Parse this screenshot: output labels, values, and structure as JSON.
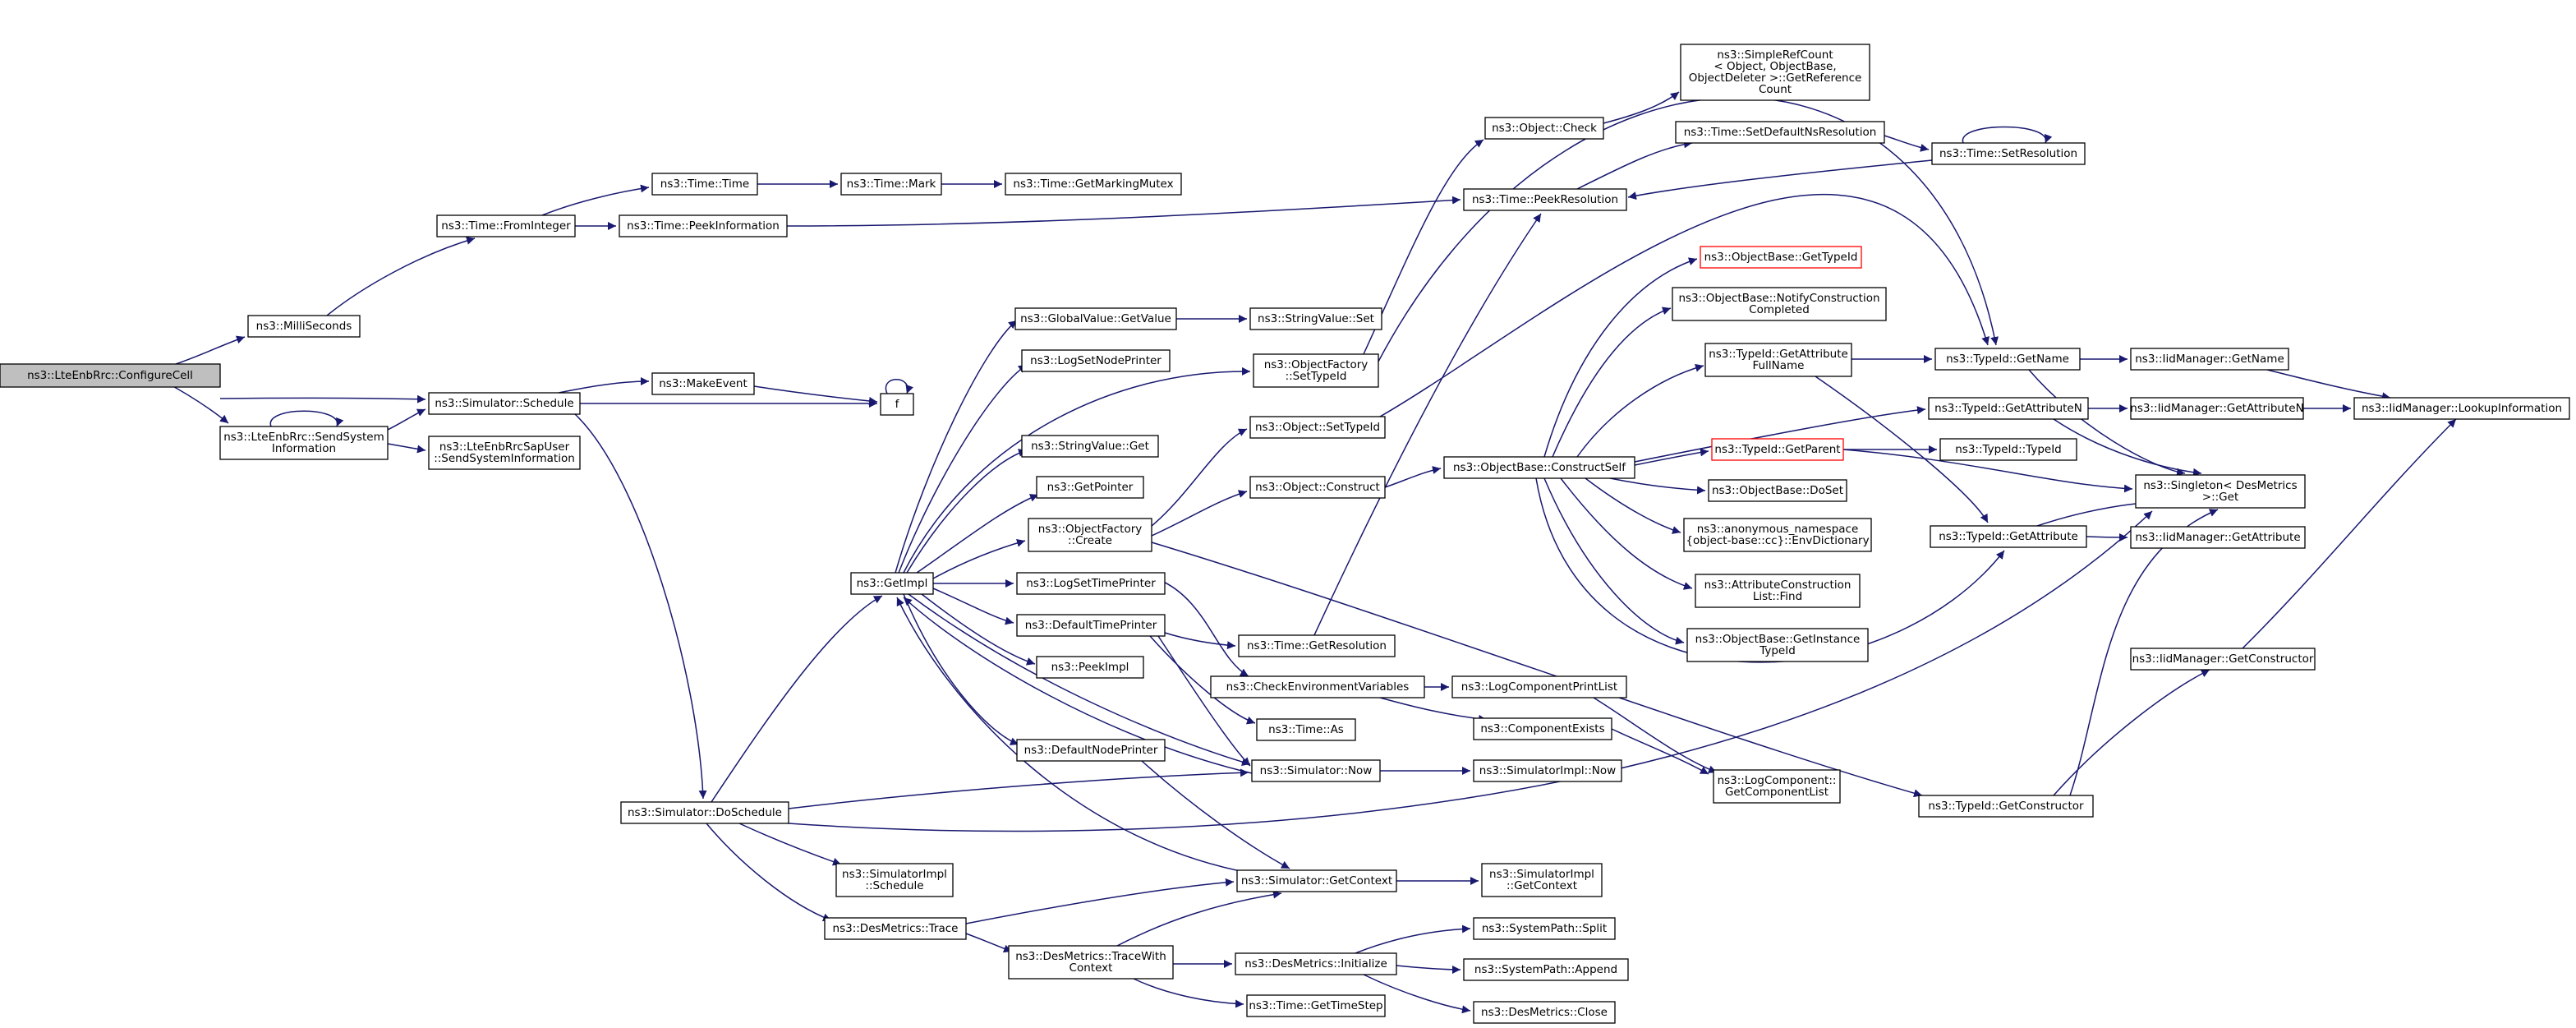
{
  "nodes": [
    {
      "id": "configurecell",
      "lines": [
        "ns3::LteEnbRrc::ConfigureCell"
      ],
      "root": true
    },
    {
      "id": "milliseconds",
      "lines": [
        "ns3::MilliSeconds"
      ]
    },
    {
      "id": "schedule",
      "lines": [
        "ns3::Simulator::Schedule"
      ]
    },
    {
      "id": "sendsysinfo",
      "lines": [
        "ns3::LteEnbRrc::SendSystem",
        "Information"
      ]
    },
    {
      "id": "frominteger",
      "lines": [
        "ns3::Time::FromInteger"
      ]
    },
    {
      "id": "timetime",
      "lines": [
        "ns3::Time::Time"
      ]
    },
    {
      "id": "peekinfo",
      "lines": [
        "ns3::Time::PeekInformation"
      ]
    },
    {
      "id": "mark",
      "lines": [
        "ns3::Time::Mark"
      ]
    },
    {
      "id": "markingmutex",
      "lines": [
        "ns3::Time::GetMarkingMutex"
      ]
    },
    {
      "id": "makeevent",
      "lines": [
        "ns3::MakeEvent"
      ]
    },
    {
      "id": "f",
      "lines": [
        "f"
      ]
    },
    {
      "id": "sapuser",
      "lines": [
        "ns3::LteEnbRrcSapUser",
        "::SendSystemInformation"
      ]
    },
    {
      "id": "doschedule",
      "lines": [
        "ns3::Simulator::DoSchedule"
      ]
    },
    {
      "id": "getimpl",
      "lines": [
        "ns3::GetImpl"
      ]
    },
    {
      "id": "implschedule",
      "lines": [
        "ns3::SimulatorImpl",
        "::Schedule"
      ]
    },
    {
      "id": "destrace",
      "lines": [
        "ns3::DesMetrics::Trace"
      ]
    },
    {
      "id": "tracewithctx",
      "lines": [
        "ns3::DesMetrics::TraceWith",
        "Context"
      ]
    },
    {
      "id": "gvgetvalue",
      "lines": [
        "ns3::GlobalValue::GetValue"
      ]
    },
    {
      "id": "svset",
      "lines": [
        "ns3::StringValue::Set"
      ]
    },
    {
      "id": "logsetnode",
      "lines": [
        "ns3::LogSetNodePrinter"
      ]
    },
    {
      "id": "ofsettypeid",
      "lines": [
        "ns3::ObjectFactory",
        "::SetTypeId"
      ]
    },
    {
      "id": "svget",
      "lines": [
        "ns3::StringValue::Get"
      ]
    },
    {
      "id": "getpointer",
      "lines": [
        "ns3::GetPointer"
      ]
    },
    {
      "id": "ofcreate",
      "lines": [
        "ns3::ObjectFactory",
        "::Create"
      ]
    },
    {
      "id": "logsettime",
      "lines": [
        "ns3::LogSetTimePrinter"
      ]
    },
    {
      "id": "deftimeprinter",
      "lines": [
        "ns3::DefaultTimePrinter"
      ]
    },
    {
      "id": "peekimpl",
      "lines": [
        "ns3::PeekImpl"
      ]
    },
    {
      "id": "defnodeprinter",
      "lines": [
        "ns3::DefaultNodePrinter"
      ]
    },
    {
      "id": "simnow",
      "lines": [
        "ns3::Simulator::Now"
      ]
    },
    {
      "id": "simgetctx",
      "lines": [
        "ns3::Simulator::GetContext"
      ]
    },
    {
      "id": "desinit",
      "lines": [
        "ns3::DesMetrics::Initialize"
      ]
    },
    {
      "id": "gettimestep",
      "lines": [
        "ns3::Time::GetTimeStep"
      ]
    },
    {
      "id": "objcheck",
      "lines": [
        "ns3::Object::Check"
      ]
    },
    {
      "id": "objsettypeid",
      "lines": [
        "ns3::Object::SetTypeId"
      ]
    },
    {
      "id": "objconstruct",
      "lines": [
        "ns3::Object::Construct"
      ]
    },
    {
      "id": "getresolution",
      "lines": [
        "ns3::Time::GetResolution"
      ]
    },
    {
      "id": "checkenv",
      "lines": [
        "ns3::CheckEnvironmentVariables"
      ]
    },
    {
      "id": "timeas",
      "lines": [
        "ns3::Time::As"
      ]
    },
    {
      "id": "implnow",
      "lines": [
        "ns3::SimulatorImpl::Now"
      ]
    },
    {
      "id": "implgetctx",
      "lines": [
        "ns3::SimulatorImpl",
        "::GetContext"
      ]
    },
    {
      "id": "split",
      "lines": [
        "ns3::SystemPath::Split"
      ]
    },
    {
      "id": "append",
      "lines": [
        "ns3::SystemPath::Append"
      ]
    },
    {
      "id": "desclose",
      "lines": [
        "ns3::DesMetrics::Close"
      ]
    },
    {
      "id": "refcount",
      "lines": [
        "ns3::SimpleRefCount",
        "< Object, ObjectBase,",
        " ObjectDeleter >::GetReference",
        "Count"
      ]
    },
    {
      "id": "setdefaultns",
      "lines": [
        "ns3::Time::SetDefaultNsResolution"
      ]
    },
    {
      "id": "setresolution",
      "lines": [
        "ns3::Time::SetResolution"
      ]
    },
    {
      "id": "peekresolution",
      "lines": [
        "ns3::Time::PeekResolution"
      ]
    },
    {
      "id": "obgettypeid",
      "lines": [
        "ns3::ObjectBase::GetTypeId"
      ],
      "truncated": true
    },
    {
      "id": "notifyconstr",
      "lines": [
        "ns3::ObjectBase::NotifyConstruction",
        "Completed"
      ]
    },
    {
      "id": "getattrfullname",
      "lines": [
        "ns3::TypeId::GetAttribute",
        "FullName"
      ]
    },
    {
      "id": "constructself",
      "lines": [
        "ns3::ObjectBase::ConstructSelf"
      ]
    },
    {
      "id": "getparent",
      "lines": [
        "ns3::TypeId::GetParent"
      ],
      "truncated": true
    },
    {
      "id": "doset",
      "lines": [
        "ns3::ObjectBase::DoSet"
      ]
    },
    {
      "id": "envdict",
      "lines": [
        "ns3::anonymous_namespace",
        "{object-base::cc}::EnvDictionary"
      ]
    },
    {
      "id": "attrconstrfind",
      "lines": [
        "ns3::AttributeConstruction",
        "List::Find"
      ]
    },
    {
      "id": "getinstancetypeid",
      "lines": [
        "ns3::ObjectBase::GetInstance",
        "TypeId"
      ]
    },
    {
      "id": "logcompprint",
      "lines": [
        "ns3::LogComponentPrintList"
      ]
    },
    {
      "id": "compexists",
      "lines": [
        "ns3::ComponentExists"
      ]
    },
    {
      "id": "getcomplist",
      "lines": [
        "ns3::LogComponent::",
        "GetComponentList"
      ]
    },
    {
      "id": "tidgetname",
      "lines": [
        "ns3::TypeId::GetName"
      ]
    },
    {
      "id": "tidgetattrn",
      "lines": [
        "ns3::TypeId::GetAttributeN"
      ]
    },
    {
      "id": "tidtypeid",
      "lines": [
        "ns3::TypeId::TypeId"
      ]
    },
    {
      "id": "tidgetattr",
      "lines": [
        "ns3::TypeId::GetAttribute"
      ]
    },
    {
      "id": "tidgetconstr",
      "lines": [
        "ns3::TypeId::GetConstructor"
      ]
    },
    {
      "id": "singletonget",
      "lines": [
        "ns3::Singleton< DesMetrics",
        " >::Get"
      ]
    },
    {
      "id": "iidgetname",
      "lines": [
        "ns3::IidManager::GetName"
      ]
    },
    {
      "id": "iidgetattrn",
      "lines": [
        "ns3::IidManager::GetAttributeN"
      ]
    },
    {
      "id": "iidgetattr",
      "lines": [
        "ns3::IidManager::GetAttribute"
      ]
    },
    {
      "id": "iidgetconstr",
      "lines": [
        "ns3::IidManager::GetConstructor"
      ]
    },
    {
      "id": "iidlookup",
      "lines": [
        "ns3::IidManager::LookupInformation"
      ]
    }
  ]
}
